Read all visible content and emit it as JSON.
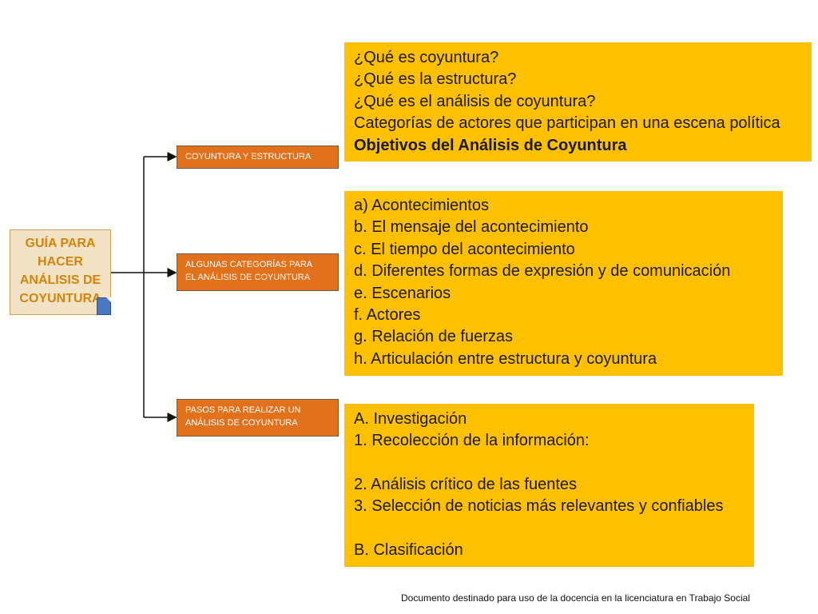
{
  "root": {
    "lines": [
      "GUÍA PARA",
      "HACER",
      "ANÁLISIS DE",
      "COYUNTURA"
    ]
  },
  "branches": [
    {
      "lines": [
        "COYUNTURA Y ESTRUCTURA"
      ]
    },
    {
      "lines": [
        "ALGUNAS CATEGORÍAS PARA",
        "EL ANÁLISIS DE COYUNTURA"
      ]
    },
    {
      "lines": [
        "PASOS PARA REALIZAR UN",
        "ANÁLISIS DE COYUNTURA"
      ]
    }
  ],
  "panels": [
    {
      "lines": [
        "¿Qué es coyuntura?",
        "¿Qué es la estructura?",
        "¿Qué es el análisis de coyuntura?",
        "Categorías de actores que participan en una escena política",
        "Objetivos del Análisis de Coyuntura"
      ]
    },
    {
      "lines": [
        "a)  Acontecimientos",
        "b. El mensaje del acontecimiento",
        "c. El tiempo del acontecimiento",
        "d. Diferentes formas de expresión y de comunicación",
        "e. Escenarios",
        "f. Actores",
        "g. Relación de fuerzas",
        "h. Articulación entre estructura y coyuntura"
      ]
    },
    {
      "lines": [
        "A. Investigación",
        "1.  Recolección de la información:",
        "",
        "2.  Análisis crítico de las fuentes",
        "3.  Selección de noticias más relevantes y confiables",
        "",
        "B. Clasificación"
      ]
    }
  ],
  "footer": "Documento destinado para uso de la docencia en la licenciatura en Trabajo Social",
  "colors": {
    "branch_fill": "#e2711c",
    "panel_fill": "#ffc000",
    "root_fill": "#f2e3c7",
    "root_text": "#d4840a"
  }
}
